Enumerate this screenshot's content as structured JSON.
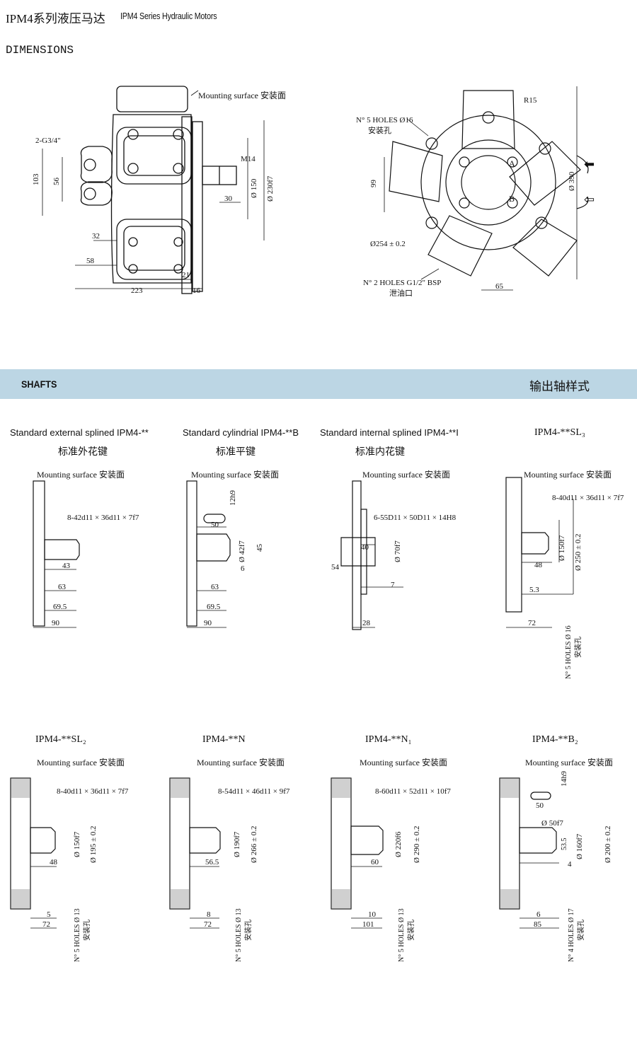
{
  "header": {
    "title_cn": "IPM4系列液压马达",
    "title_en": "IPM4 Series Hydraulic Motors",
    "dimensions": "DIMENSIONS"
  },
  "side_view": {
    "mounting": "Mounting surface 安装面",
    "port": "2-G3/4\"",
    "d103": "103",
    "d56": "56",
    "m14": "M14",
    "d150": "Ø 150",
    "d230": "Ø 230f7",
    "d30": "30",
    "d32": "32",
    "d58": "58",
    "d21": "21",
    "d223": "223",
    "d16": "16"
  },
  "front_view": {
    "holes5": "N° 5 HOLES Ø16",
    "holes5_cn": "安装孔",
    "r15": "R15",
    "d99": "99",
    "d390": "Ø 390",
    "pcd": "Ø254 ± 0.2",
    "holes2": "N° 2 HOLES G1/2\" BSP",
    "holes2_cn": "泄油口",
    "d65": "65",
    "A": "A",
    "B": "B"
  },
  "shafts_band": {
    "left": "SHAFTS",
    "right": "输出轴样式"
  },
  "shafts_row1": [
    {
      "title": "Standard external splined IPM4-**",
      "cn": "标准外花键",
      "mount": "Mounting surface 安装面",
      "spec": "8-42d11 × 36d11 × 7f7",
      "a": "43",
      "b": "63",
      "c": "69.5",
      "d": "90"
    },
    {
      "title": "Standard cylindrial IPM4-**B",
      "cn": "标准平键",
      "mount": "Mounting surface 安装面",
      "key": "12h9",
      "k50": "50",
      "dia": "Ø 42f7",
      "d45": "45",
      "d6": "6",
      "b": "63",
      "c": "69.5",
      "d": "90"
    },
    {
      "title": "Standard internal splined IPM4-**I",
      "cn": "标准内花键",
      "mount": "Mounting surface 安装面",
      "spec": "6-55D11 × 50D11 × 14H8",
      "d40": "40",
      "dia": "Ø 70f7",
      "d54": "54",
      "d7": "7",
      "d28": "28"
    },
    {
      "title": "IPM4-**SL₃",
      "mount": "Mounting surface 安装面",
      "spec": "8-40d11 × 36d11 × 7f7",
      "dia": "Ø 150f7",
      "dia2": "Ø 250 ± 0.2",
      "d48": "48",
      "d53": "5.3",
      "d72": "72",
      "holes": "N° 5 HOLES Ø 16",
      "holes_cn": "安装孔"
    }
  ],
  "shafts_row2": [
    {
      "title": "IPM4-**SL₂",
      "mount": "Mounting surface 安装面",
      "spec": "8-40d11 × 36d11 × 7f7",
      "dia": "Ø 150f7",
      "dia2": "Ø 195 ± 0.2",
      "a": "48",
      "b": "5",
      "c": "72",
      "holes": "N° 5 HOLES Ø 13",
      "holes_cn": "安装孔"
    },
    {
      "title": "IPM4-**N",
      "mount": "Mounting surface 安装面",
      "spec": "8-54d11 × 46d11 × 9f7",
      "dia": "Ø 190f7",
      "dia2": "Ø 266 ± 0.2",
      "a": "56.5",
      "b": "8",
      "c": "72",
      "holes": "N° 5 HOLES Ø 13",
      "holes_cn": "安装孔"
    },
    {
      "title": "IPM4-**N₁",
      "mount": "Mounting surface 安装面",
      "spec": "8-60d11 × 52d11 × 10f7",
      "dia": "Ø 220f6",
      "dia2": "Ø 290 ± 0.2",
      "a": "60",
      "b": "10",
      "c": "101",
      "holes": "N° 5 HOLES Ø 13",
      "holes_cn": "安装孔"
    },
    {
      "title": "IPM4-**B₂",
      "mount": "Mounting surface 安装面",
      "key": "14h9",
      "k50": "50",
      "d50": "Ø 50f7",
      "d535": "53.5",
      "dia": "Ø 160f7",
      "dia2": "Ø 200 ± 0.2",
      "d4": "4",
      "b": "6",
      "c": "85",
      "holes": "N° 4 HOLES Ø 17",
      "holes_cn": "安装孔"
    }
  ]
}
